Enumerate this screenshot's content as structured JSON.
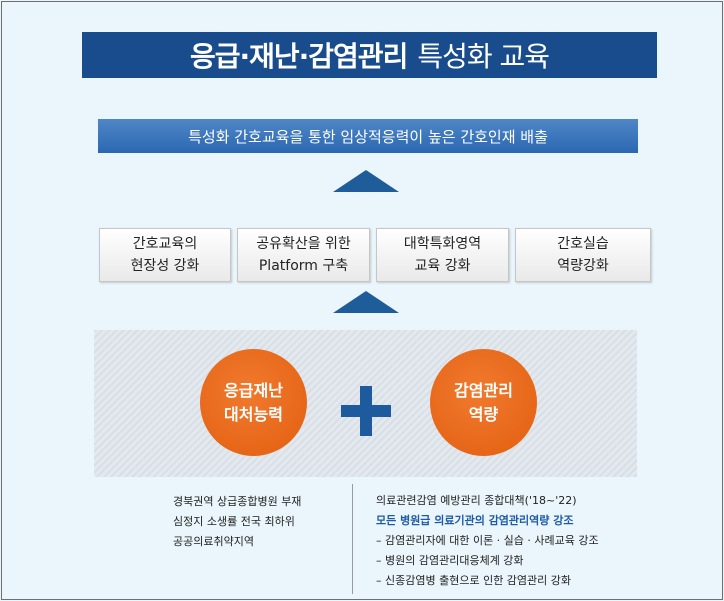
{
  "title": {
    "bold": "응급·재난·감염관리",
    "normal": "특성화 교육"
  },
  "goal": "특성화 간호교육을 통한 임상적응력이 높은 간호인재 배출",
  "strategies": [
    {
      "line1": "간호교육의",
      "line2": "현장성 강화"
    },
    {
      "line1": "공유확산을 위한",
      "line2": "Platform 구축"
    },
    {
      "line1": "대학특화영역",
      "line2": "교육 강화"
    },
    {
      "line1": "간호실습",
      "line2": "역량강화"
    }
  ],
  "competencies": [
    {
      "line1": "응급재난",
      "line2": "대처능력"
    },
    {
      "line1": "감염관리",
      "line2": "역량"
    }
  ],
  "left_notes": [
    "경북권역 상급종합병원 부재",
    "심정지 소생률 전국 최하위",
    "공공의료취약지역"
  ],
  "right_notes": {
    "heading": "의료관련감염 예방관리 종합대책('18~'22)",
    "highlight": "모든 병원급 의료기관의 감염관리역량 강조",
    "items": [
      "– 감염관리자에 대한 이론 · 실습 · 사례교육 강조",
      "– 병원의 감염관리대응체계 강화",
      "– 신종감염병 출현으로 인한 감염관리 강화"
    ]
  },
  "colors": {
    "navy": "#184c8c",
    "blue": "#2b68b2",
    "orange": "#e35e10",
    "background": "#eaf6fb"
  }
}
